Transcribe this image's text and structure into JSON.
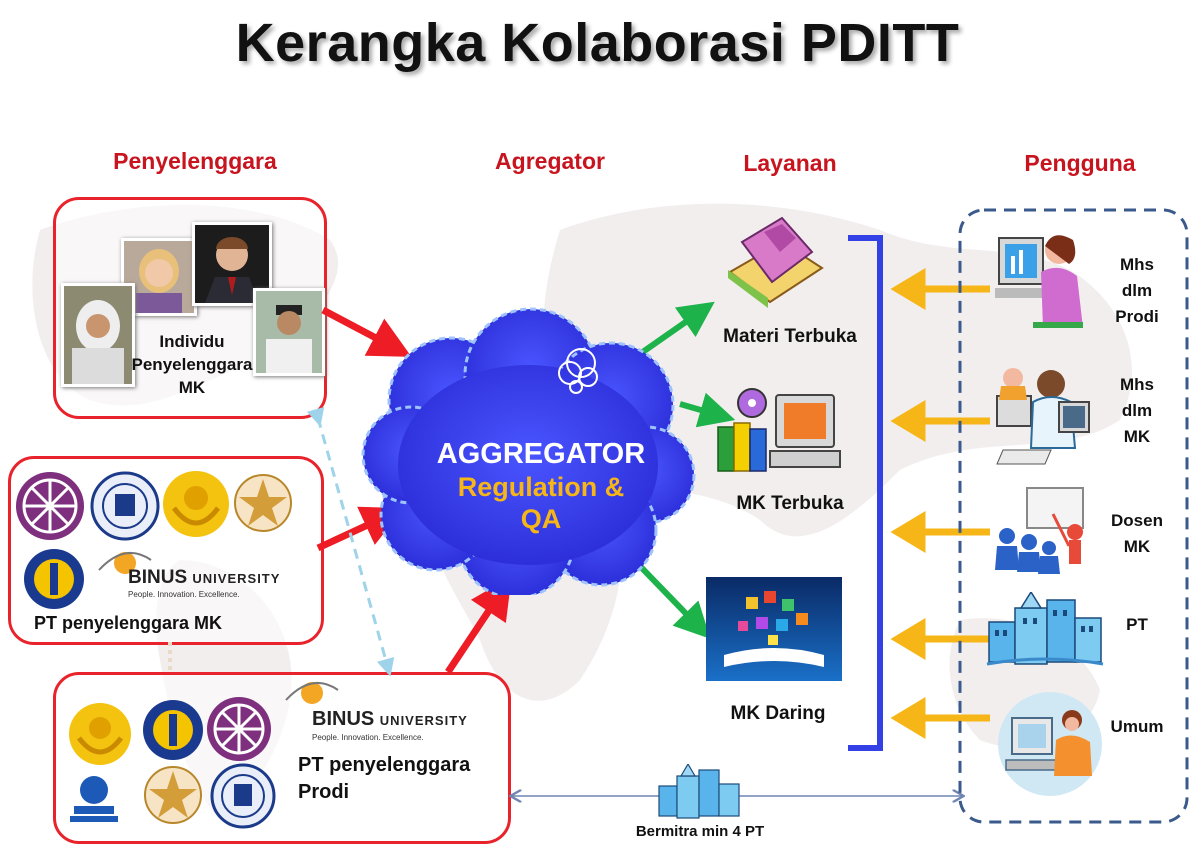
{
  "title": "Kerangka Kolaborasi PDITT",
  "columns": {
    "penyelenggara": "Penyelenggara",
    "agregator": "Agregator",
    "layanan": "Layanan",
    "pengguna": "Pengguna"
  },
  "boxes": {
    "individu": "Individu\nPenyelenggara\nMK",
    "pt_mk": "PT penyelenggara MK",
    "pt_prodi": "PT penyelenggara\nProdi"
  },
  "binus": {
    "name": "BINUS",
    "university": "UNIVERSITY",
    "tagline": "People. Innovation. Excellence."
  },
  "aggregator": {
    "line1": "AGGREGATOR",
    "line2": "Regulation &",
    "line3": "QA"
  },
  "services": [
    "Materi Terbuka",
    "MK Terbuka",
    "MK Daring"
  ],
  "users": [
    "Mhs\ndlm\nProdi",
    "Mhs\ndlm\nMK",
    "Dosen\nMK",
    "PT",
    "Umum"
  ],
  "partner_note": "Bermitra min 4 PT",
  "colors": {
    "heading_red": "#c8141e",
    "box_border": "#e8232b",
    "cloud": "#3a3ff0",
    "cloud_text": "#ffffff",
    "cloud_accent": "#f6b617",
    "arrow_red": "#ee1c24",
    "arrow_green": "#1db34a",
    "arrow_yellow": "#f6b617",
    "bracket_blue": "#3340e6",
    "dashed_border": "#3b5a8c"
  }
}
